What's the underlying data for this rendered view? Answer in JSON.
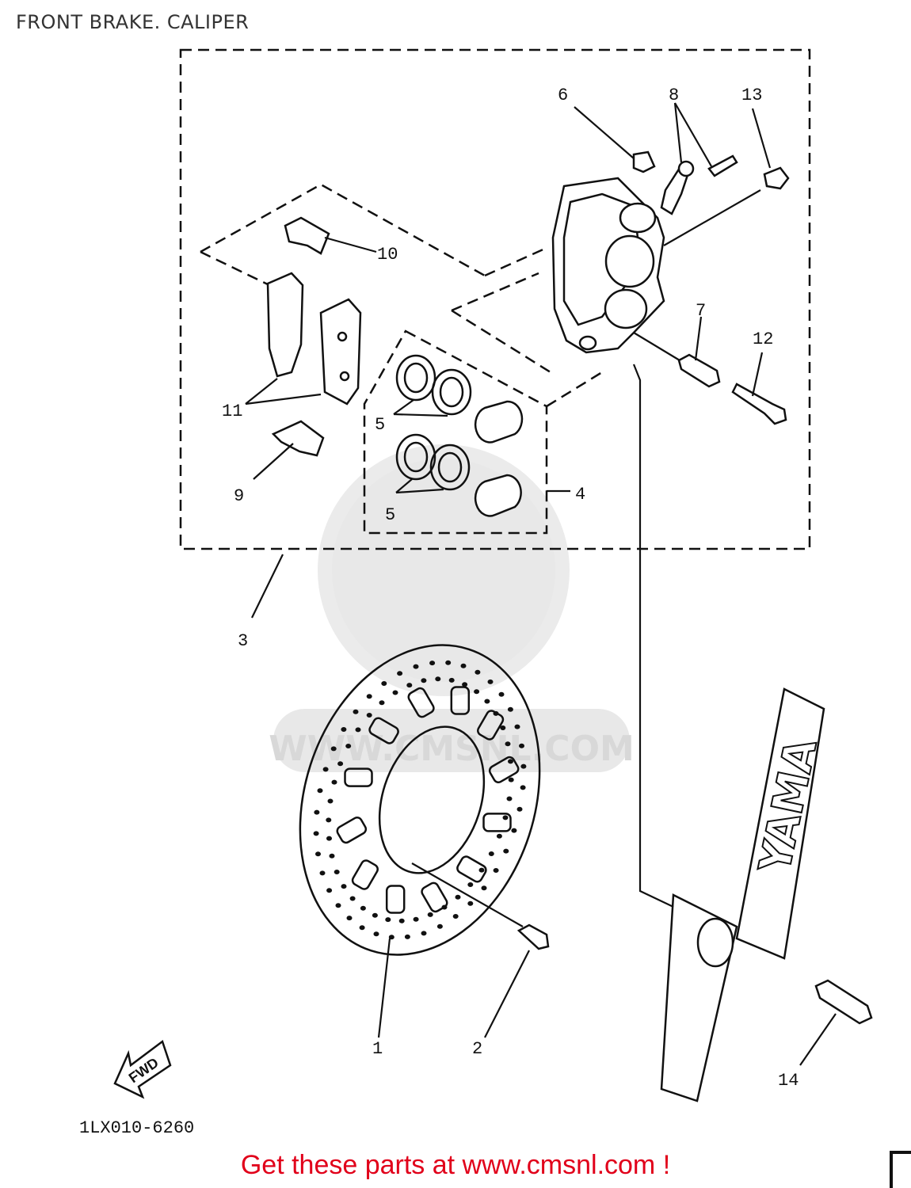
{
  "page": {
    "title": "FRONT BRAKE. CALIPER"
  },
  "diagram": {
    "callouts": {
      "c1": "1",
      "c2": "2",
      "c3": "3",
      "c4": "4",
      "c5a": "5",
      "c5b": "5",
      "c6": "6",
      "c7": "7",
      "c8": "8",
      "c9": "9",
      "c10": "10",
      "c11": "11",
      "c12": "12",
      "c13": "13",
      "c14": "14"
    },
    "drawing_code": "1LX010-6260",
    "fwd_label": "FWD",
    "fork_brand": "YAMA",
    "watermark": "WWW.CMSNL.COM"
  },
  "footer": {
    "cta": "Get these parts at www.cmsnl.com !"
  },
  "colors": {
    "cta": "#e1001a",
    "ink": "#111111",
    "watermark": "#e6e6e6"
  }
}
